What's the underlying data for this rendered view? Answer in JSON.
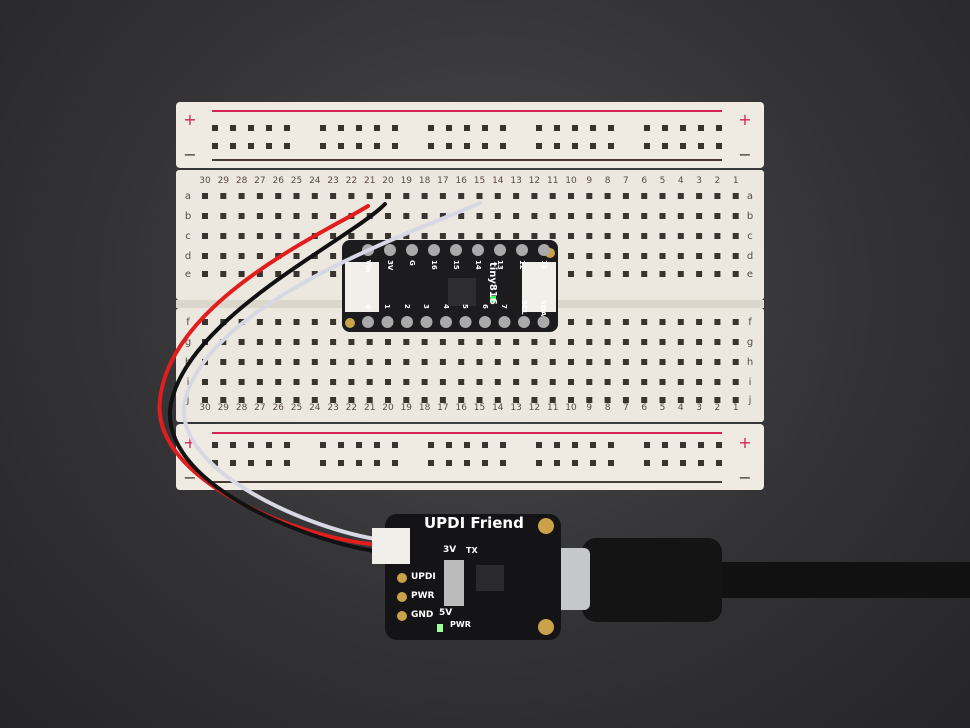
{
  "breadboard": {
    "columns": [
      "30",
      "29",
      "28",
      "27",
      "26",
      "25",
      "24",
      "23",
      "22",
      "21",
      "20",
      "19",
      "18",
      "17",
      "16",
      "15",
      "14",
      "13",
      "12",
      "11",
      "10",
      "9",
      "8",
      "7",
      "6",
      "5",
      "4",
      "3",
      "2",
      "1"
    ],
    "rows_top": [
      "a",
      "b",
      "c",
      "d",
      "e"
    ],
    "rows_bottom": [
      "f",
      "g",
      "h",
      "i",
      "j"
    ],
    "rail_plus": "+",
    "rail_minus": "−",
    "colors": {
      "body": "#efebe2",
      "rail_red": "#d4245a",
      "rail_dark": "#4a3a34"
    }
  },
  "mcu_board": {
    "chip_label": "tiny816",
    "pins_top": [
      "Vin",
      "3V",
      "G",
      "16",
      "15",
      "14",
      "13",
      "12",
      "11"
    ],
    "pins_bottom": [
      "0",
      "1",
      "2",
      "3",
      "4",
      "5",
      "6",
      "7",
      "SCL",
      "SDA"
    ]
  },
  "programmer": {
    "title": "UPDI Friend",
    "pins": [
      "UPDI",
      "PWR",
      "GND"
    ],
    "switch_labels": [
      "3V",
      "5V"
    ],
    "led_labels": [
      "TX",
      "PWR"
    ]
  },
  "wire_colors": [
    "#e11d1d",
    "#111111",
    "#d8d8e4"
  ]
}
